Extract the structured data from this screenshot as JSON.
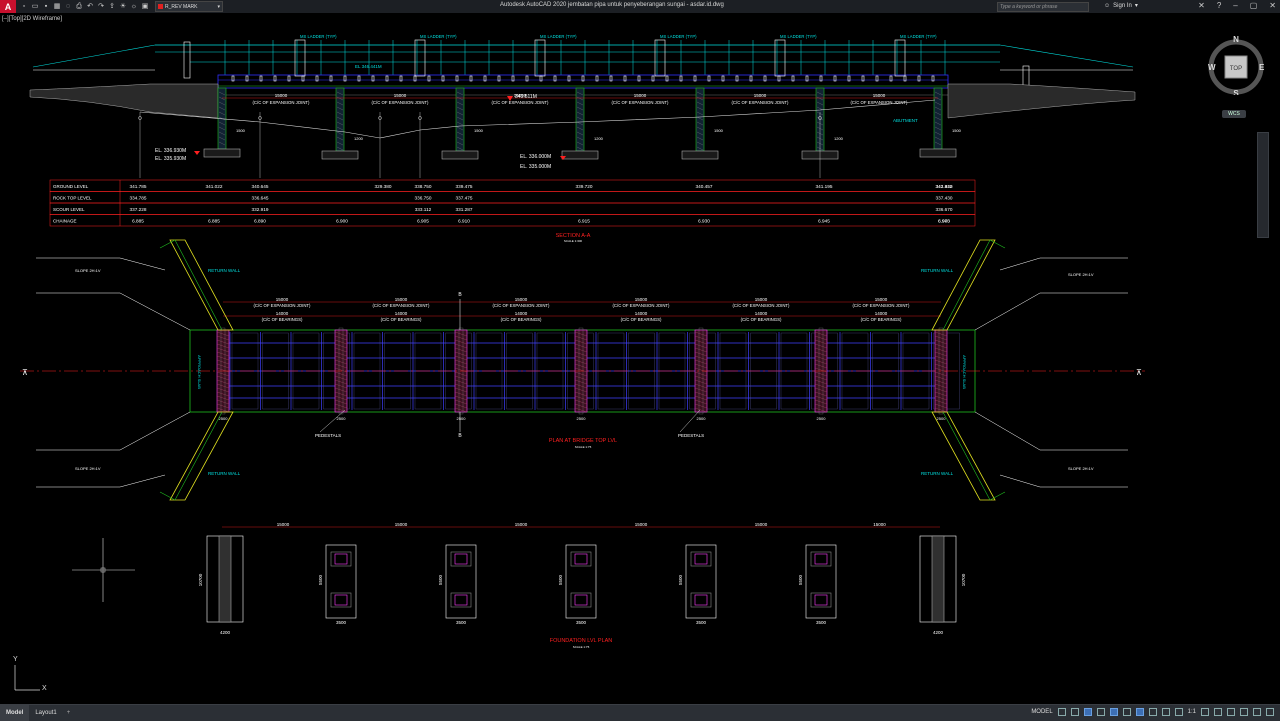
{
  "app": {
    "logo": "A",
    "title": "Autodesk AutoCAD 2020   jembatan pipa untuk penyeberangan sungai - asdar.id.dwg",
    "search_placeholder": "Type a keyword or phrase",
    "sign_in": "Sign In",
    "layer": "R_REV MARK",
    "viewport_label": "[–][Top][2D Wireframe]"
  },
  "qat_icons": [
    "new-icon",
    "open-icon",
    "save-icon",
    "saveas-icon",
    "plot-icon",
    "undo-icon",
    "redo-icon",
    "share-icon"
  ],
  "viewcube": {
    "top": "TOP",
    "north": "N",
    "south": "S",
    "east": "E",
    "west": "W",
    "wcs": "WCS"
  },
  "tabs": [
    "Model",
    "Layout1",
    "+"
  ],
  "status": {
    "model": "MODEL",
    "scale": "1:1"
  },
  "colors": {
    "bg": "#000000",
    "red": "#ff2020",
    "cyan": "#00e0e0",
    "white": "#ffffff",
    "green": "#20c020",
    "yellow": "#e0e020",
    "magenta": "#ff40ff"
  },
  "drawing": {
    "section_title": "SECTION A-A",
    "section_scale": "SCALE 1:300",
    "plan_title": "PLAN AT BRIDGE TOP LVL",
    "plan_scale": "SCALE 1:75",
    "foundation_title": "FOUNDATION LVL PLAN",
    "foundation_scale": "SCALE 1:75",
    "ladder_label": "MS LADDER (TYP)",
    "el_top": "EL 346.441M",
    "el_mid": "343.511M",
    "el_left_1": "EL. 336.930M",
    "el_left_2": "EL. 335.930M",
    "el_mid_1": "EL. 336.000M",
    "el_mid_2": "EL. 335.000M",
    "abutment": "ABUTMENT",
    "span": "15000",
    "expansion": "(C/C OF EXPANSION JOINT)",
    "bearings": "(C/C OF BEARINGS)",
    "bearing_span": "14000",
    "dim_1500": "1500",
    "dim_1200": "1200",
    "dim_2500": "2500",
    "dim_3500": "3500",
    "dim_4200": "4200",
    "dim_5500": "5500",
    "dim_10700": "10700",
    "return_wall": "RETURN WALL",
    "pedestals": "PEDESTALS",
    "approach_slab": "APPROACH SLAB",
    "slope": "SLOPE 2H:1V",
    "cut": "B",
    "table": {
      "rows": [
        {
          "label": "GROUND LEVEL",
          "values": [
            "341.785",
            "341.022",
            "340.645",
            "",
            "329.380",
            "338.750",
            "339.475",
            "339.720",
            "340.457",
            "341.195",
            "341.930",
            "342.442"
          ]
        },
        {
          "label": "ROCK TOP LEVEL",
          "values": [
            "334.785",
            "",
            "336.645",
            "",
            "",
            "336.750",
            "337.475",
            "",
            "",
            "",
            "337.430",
            ""
          ]
        },
        {
          "label": "SCOUR LEVEL",
          "values": [
            "337.228",
            "",
            "332.919",
            "",
            "",
            "333.112",
            "331.287",
            "",
            "",
            "",
            "336.670",
            ""
          ]
        },
        {
          "label": "CHAINAGE",
          "values": [
            "6.885",
            "6.885",
            "6.890",
            "6.900",
            "",
            "6.905",
            "6.910",
            "6.915",
            "6.930",
            "6.945",
            "6.960",
            "6.975"
          ]
        }
      ]
    }
  }
}
